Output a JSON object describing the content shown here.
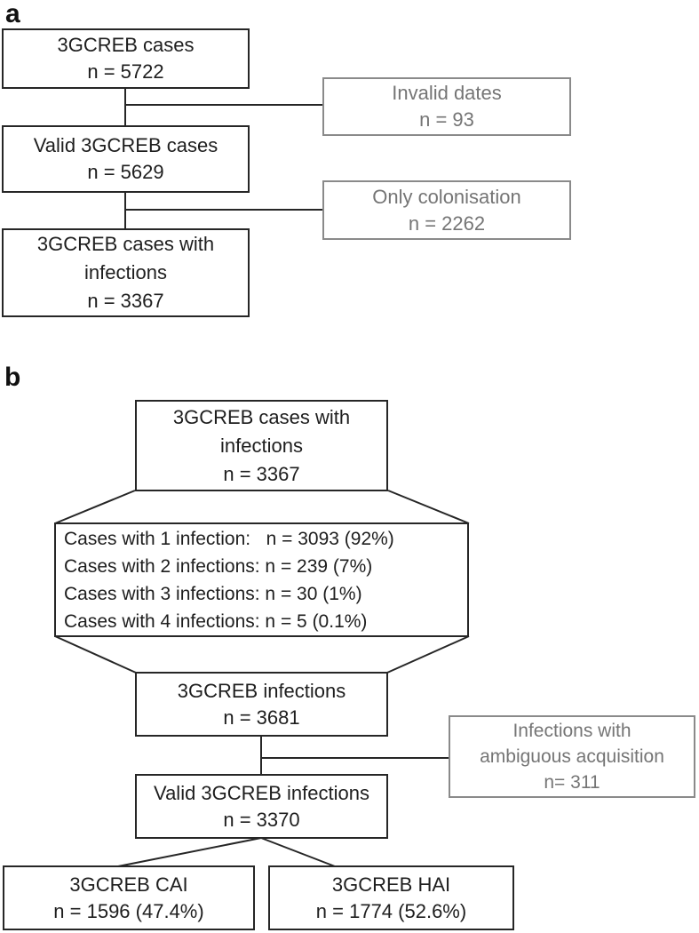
{
  "colors": {
    "background": "#ffffff",
    "box_border": "#262626",
    "box_text": "#1e1e1e",
    "gray_box_border": "#8a8a8a",
    "gray_box_text": "#757575",
    "connector_line": "#262626"
  },
  "panel_a": {
    "label": "a",
    "cases": {
      "lines": [
        "3GCREB cases",
        "n = 5722"
      ]
    },
    "invalid_dates": {
      "lines": [
        "Invalid dates",
        "n = 93"
      ]
    },
    "valid_cases": {
      "lines": [
        "Valid 3GCREB cases",
        "n = 5629"
      ]
    },
    "only_colonisation": {
      "lines": [
        "Only colonisation",
        "n = 2262"
      ]
    },
    "cases_with_infections": {
      "lines": [
        "3GCREB cases with",
        "infections",
        "n = 3367"
      ]
    }
  },
  "panel_b": {
    "label": "b",
    "cases_with_infections": {
      "lines": [
        "3GCREB cases with",
        "infections",
        "n = 3367"
      ]
    },
    "infection_breakdown": {
      "lines": [
        "Cases with 1 infection:   n = 3093 (92%)",
        "Cases with 2 infections: n = 239 (7%)",
        "Cases with 3 infections: n = 30 (1%)",
        "Cases with 4 infections: n = 5 (0.1%)"
      ]
    },
    "infections": {
      "lines": [
        "3GCREB infections",
        "n = 3681"
      ]
    },
    "ambiguous_acquisition": {
      "lines": [
        "Infections with",
        "ambiguous acquisition",
        "n= 311"
      ]
    },
    "valid_infections": {
      "lines": [
        "Valid 3GCREB infections",
        "n = 3370"
      ]
    },
    "cai": {
      "lines": [
        "3GCREB CAI",
        "n = 1596 (47.4%)"
      ]
    },
    "hai": {
      "lines": [
        "3GCREB HAI",
        "n = 1774 (52.6%)"
      ]
    }
  }
}
